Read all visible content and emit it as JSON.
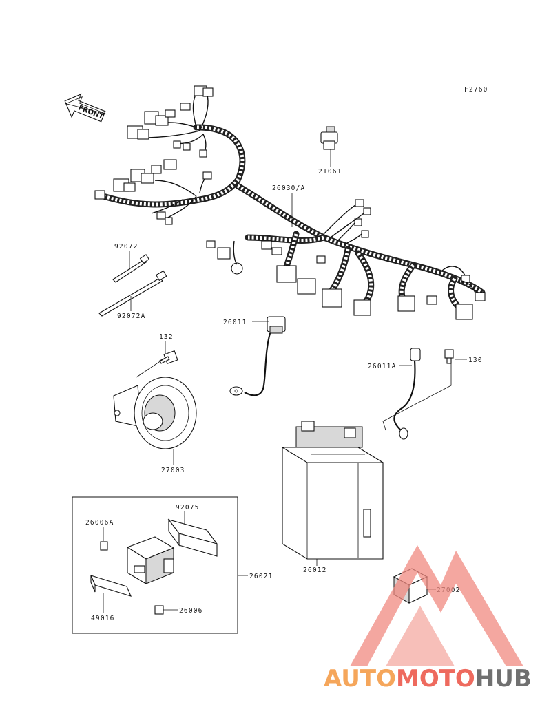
{
  "figure_code": "F2760",
  "front_label": "FRONT",
  "parts": [
    {
      "id": "harness",
      "label": "26030/A"
    },
    {
      "id": "relay-small",
      "label": "21061"
    },
    {
      "id": "tie-short",
      "label": "92072"
    },
    {
      "id": "tie-long",
      "label": "92072A"
    },
    {
      "id": "lead-battery",
      "label": "26011"
    },
    {
      "id": "horn-bolt",
      "label": "132"
    },
    {
      "id": "horn",
      "label": "27003"
    },
    {
      "id": "lead-battery-a",
      "label": "26011A"
    },
    {
      "id": "bolt-130",
      "label": "130"
    },
    {
      "id": "battery",
      "label": "26012"
    },
    {
      "id": "fuse-case",
      "label": "92075"
    },
    {
      "id": "fuse-a",
      "label": "26006A"
    },
    {
      "id": "junction-box",
      "label": "26021"
    },
    {
      "id": "bracket",
      "label": "49016"
    },
    {
      "id": "fuse",
      "label": "26006"
    },
    {
      "id": "relay-27002",
      "label": "27002"
    }
  ],
  "watermark": {
    "auto": "AUTO",
    "moto": "MOTO",
    "hub": "HUB",
    "color_auto": "#f5a65b",
    "color_moto": "#ee6a5e",
    "color_hub": "#707070"
  }
}
